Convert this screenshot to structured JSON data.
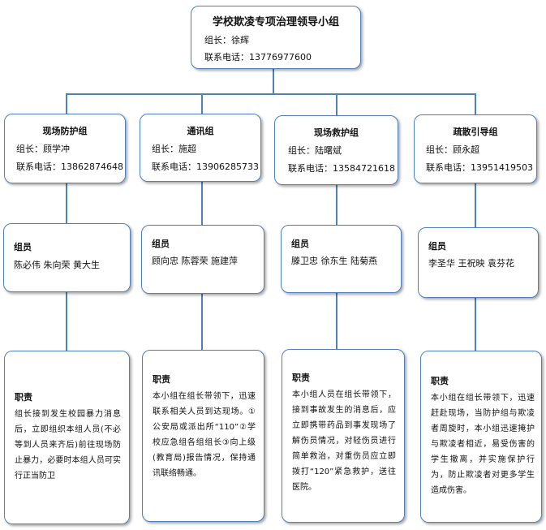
{
  "leader": {
    "title": "学校欺凌专项治理领导小组",
    "head": "组长：徐辉",
    "phone": "联系电话：13776977600"
  },
  "groups": [
    {
      "name": "现场防护组",
      "head": "组长：顾学冲",
      "phone": "联系电话：13862874648",
      "members_label": "组员",
      "members": "陈必伟 朱向荣 黄大生",
      "duty_label": "职责",
      "duty": "组长接到发生校园暴力消息后，立即组织本组人员(不必等到人员来齐后)前往现场防止暴力，必要时本组人员可实行正当防卫"
    },
    {
      "name": "通讯组",
      "head": "组长：施超",
      "phone": "联系电话：13906285733",
      "members_label": "组员",
      "members": "顾向忠 陈蓉荣 施建萍",
      "duty_label": "职责",
      "duty": "本小组在组长带领下，迅速联系相关人员到达现场。①公安局或派出所“110”②学校应急组各组组长③向上级(教育局)报告情况，保持通讯联络畅通。"
    },
    {
      "name": "现场救护组",
      "head": "组长：陆曙斌",
      "phone": "联系电话：13584721618",
      "members_label": "组员",
      "members": "滕卫忠 徐东生 陆菊燕",
      "duty_label": "职责",
      "duty": "本小组人员在组长带领下，接到事故发生的消息后，应立即携带药品到事发现场了解伤员情况，对轻伤员进行简单救治，对重伤员应立即拨打“120”紧急救护，送往医院。"
    },
    {
      "name": "疏散引导组",
      "head": "组长：顾永超",
      "phone": "联系电话：13951419503",
      "members_label": "组员",
      "members": "李圣华 王祝映 袁芬花",
      "duty_label": "职责",
      "duty": "本小组在组长带领下，迅速赶赴现场，当防护组与欺凌者周旋时，本小组迅速掩护与欺凌者相近，易受伤害的学生撤离，并实施保护行为，防止欺凌者对更多学生造成伤害。"
    }
  ]
}
